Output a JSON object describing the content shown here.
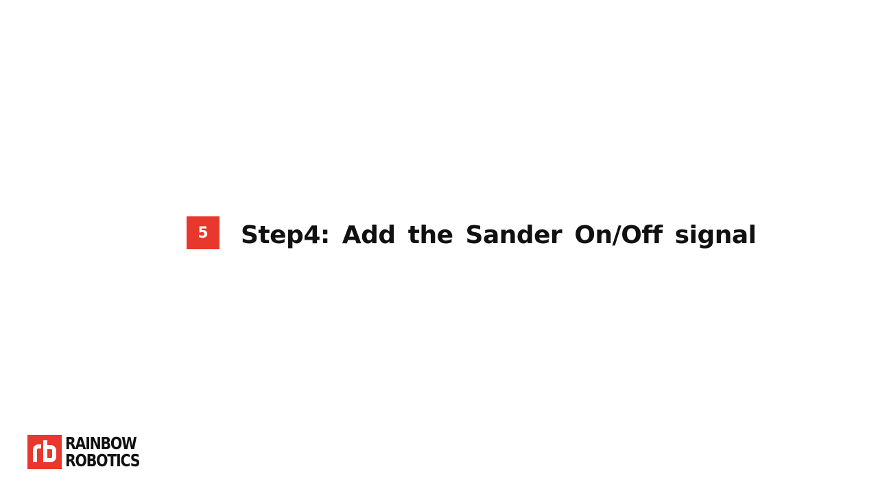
{
  "section": {
    "number": "5",
    "title": "Step4: Add the Sander On/Off signal"
  },
  "logo": {
    "line1": "RAINBOW",
    "line2": "ROBOTICS",
    "mark_icon": "rainbow-robotics-rb-logo-icon"
  },
  "colors": {
    "accent": "#e8372c",
    "text": "#111111",
    "background": "#ffffff"
  }
}
